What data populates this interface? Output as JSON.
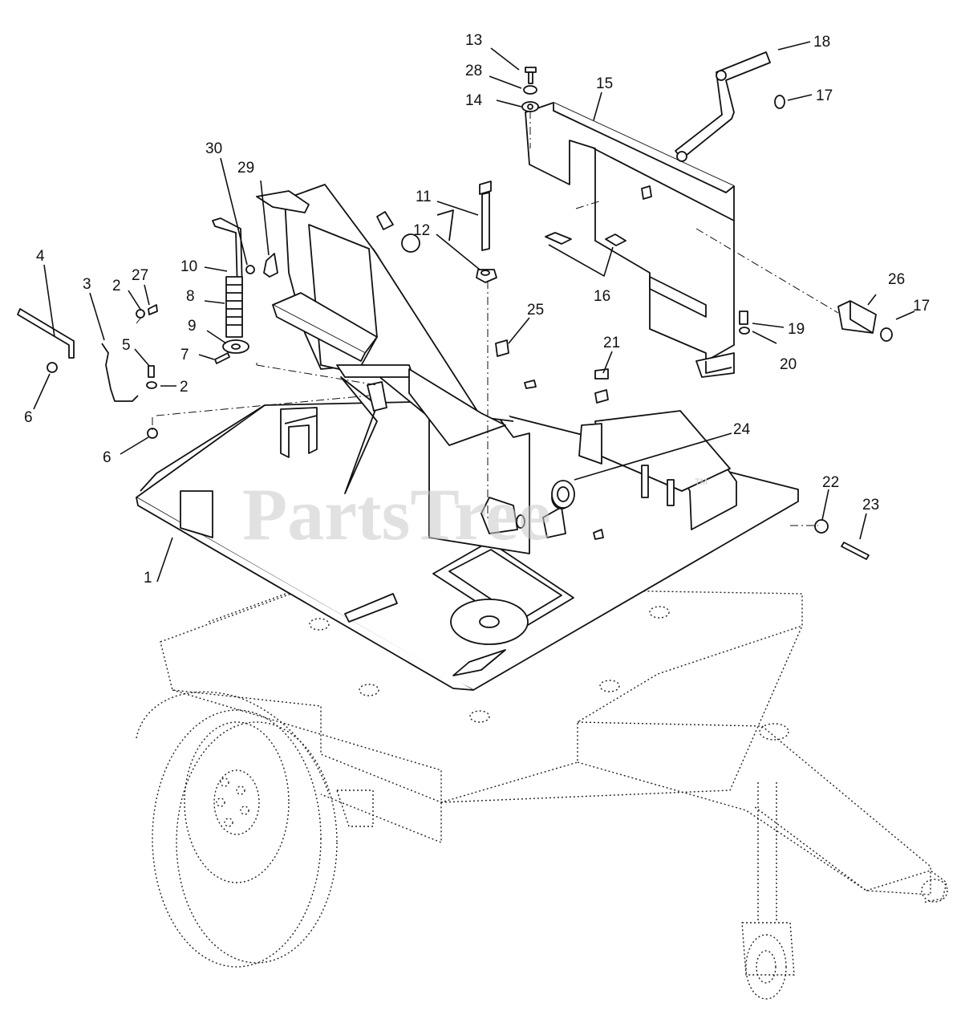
{
  "watermark": "PartsTree",
  "trademark": "TM",
  "callouts": [
    "1",
    "2",
    "2",
    "3",
    "4",
    "5",
    "6",
    "6",
    "7",
    "8",
    "9",
    "10",
    "11",
    "12",
    "13",
    "14",
    "15",
    "16",
    "17",
    "17",
    "18",
    "19",
    "20",
    "21",
    "22",
    "23",
    "24",
    "25",
    "26",
    "27",
    "28",
    "29",
    "30"
  ]
}
